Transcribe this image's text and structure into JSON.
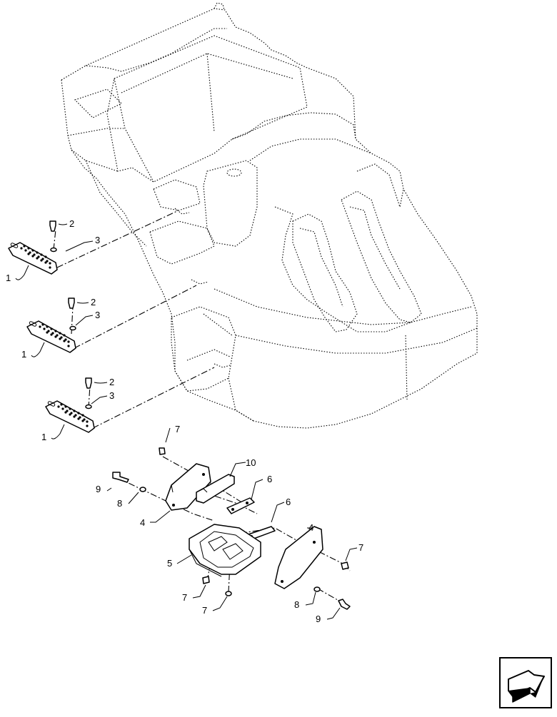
{
  "callouts": {
    "c1a": "1",
    "c2a": "2",
    "c3a": "3",
    "c1b": "1",
    "c2b": "2",
    "c3b": "3",
    "c1c": "1",
    "c2c": "2",
    "c3c": "3",
    "c7a": "7",
    "c10": "10",
    "c9a": "9",
    "c8a": "8",
    "c6a": "6",
    "c4a": "4",
    "c6b": "6",
    "c4b": "4",
    "c5": "5",
    "c7b": "7",
    "c7c": "7",
    "c7d": "7",
    "c8b": "8",
    "c9b": "9"
  },
  "nav_icon": "next-page-arrow-icon"
}
